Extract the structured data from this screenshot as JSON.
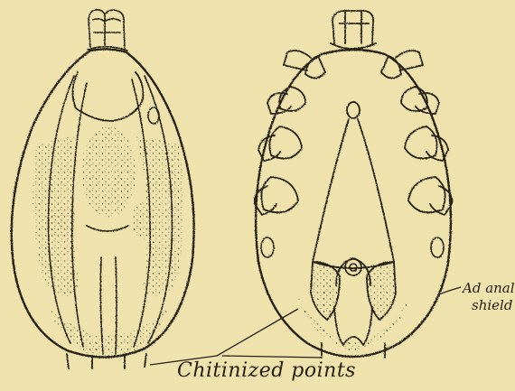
{
  "figure": {
    "background": "#efe2ac",
    "ink": "#262016"
  },
  "labels": {
    "adanal_line1": "Ad anal",
    "adanal_line2": "shield",
    "chitinized": "Chitinized points"
  }
}
